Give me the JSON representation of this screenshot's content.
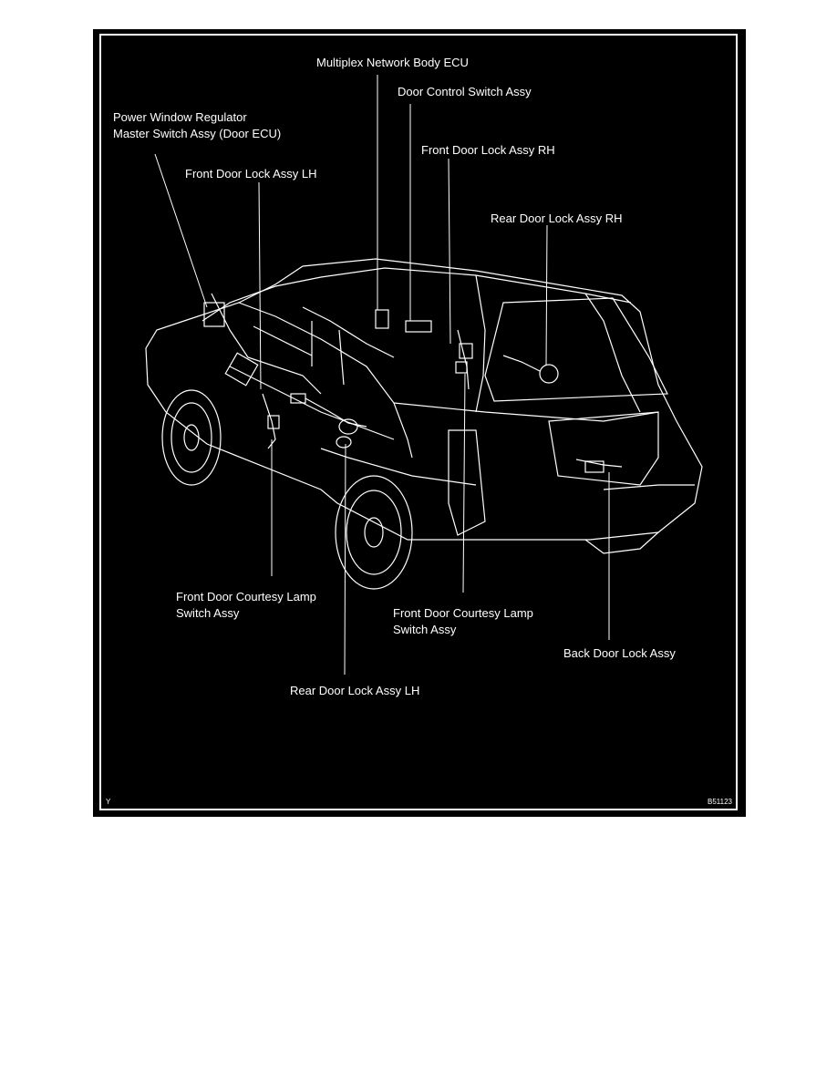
{
  "labels": {
    "multiplex_ecu": "Multiplex Network Body ECU",
    "door_control_switch": "Door Control Switch Assy",
    "power_window_line1": "Power Window Regulator",
    "power_window_line2": "Master Switch Assy (Door ECU)",
    "front_door_lock_rh": "Front Door Lock Assy RH",
    "front_door_lock_lh": "Front Door Lock Assy LH",
    "rear_door_lock_rh": "Rear Door Lock Assy RH",
    "front_courtesy_left_line1": "Front Door Courtesy Lamp",
    "front_courtesy_left_line2": "Switch Assy",
    "front_courtesy_right_line1": "Front Door Courtesy Lamp",
    "front_courtesy_right_line2": "Switch Assy",
    "back_door_lock": "Back Door Lock Assy",
    "rear_door_lock_lh": "Rear Door Lock Assy LH"
  },
  "corner": {
    "left": "Y",
    "right": "B51123"
  }
}
